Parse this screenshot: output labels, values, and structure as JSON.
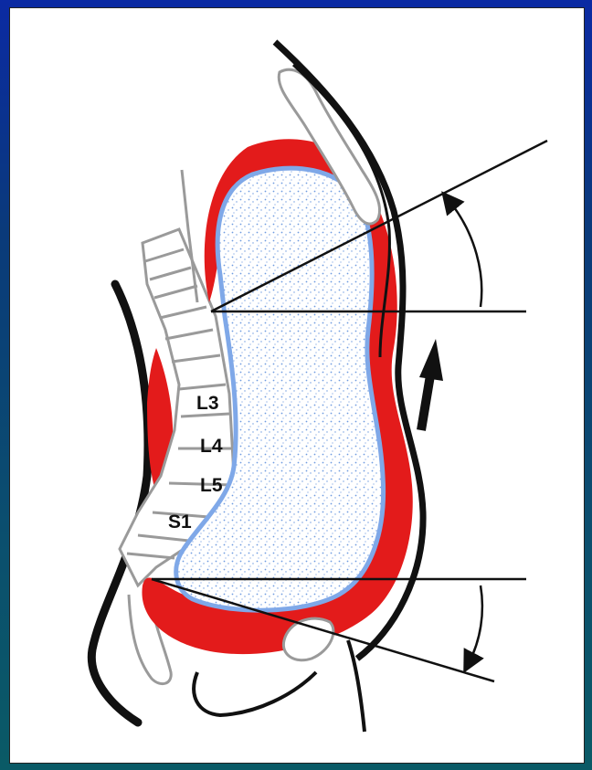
{
  "diagram": {
    "vertebra_labels": [
      {
        "id": "l3",
        "text": "L3"
      },
      {
        "id": "l4",
        "text": "L4"
      },
      {
        "id": "l5",
        "text": "L5"
      },
      {
        "id": "s1",
        "text": "S1"
      }
    ]
  },
  "colors": {
    "background": "#0a2a9a",
    "panel": "#ffffff",
    "muscle_red": "#e31b1b",
    "bladder_blue": "#7fa8e8",
    "bone_gray": "#9a9a9a",
    "outline_black": "#111111"
  },
  "icons": [
    "up-arrow-icon",
    "angle-arrow-icon"
  ]
}
